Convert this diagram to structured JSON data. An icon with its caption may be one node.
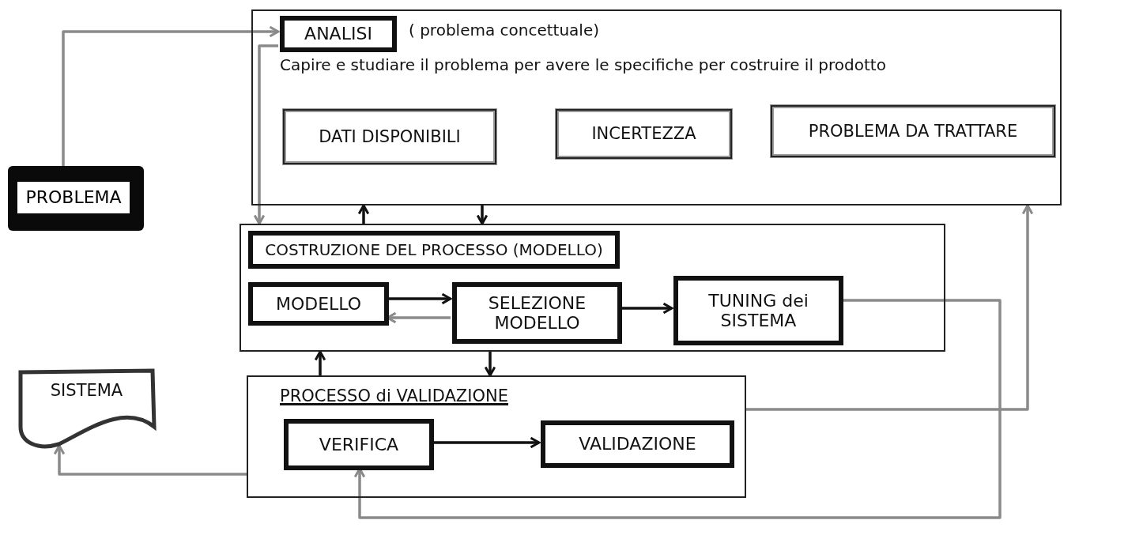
{
  "diagram": {
    "nodes": [
      {
        "text": [
          "PROBLEMA"
        ]
      },
      {
        "text": [
          "( problema concettuale)",
          "Capire e studiare il problema per avere le specifiche per costruire il prodotto"
        ]
      },
      {
        "text": [
          "ANALISI"
        ],
        "in": 1
      },
      {
        "text": [
          "DATI DISPONIBILI"
        ],
        "in": 1
      },
      {
        "text": [
          "INCERTEZZA"
        ],
        "in": 1
      },
      {
        "text": [
          "PROBLEMA DA TRATTARE"
        ],
        "in": 1
      },
      {
        "text": [],
        "shape": "box"
      },
      {
        "text": [
          "COSTRUZIONE DEL PROCESSO (MODELLO)"
        ],
        "in": 6
      },
      {
        "text": [
          "MODELLO"
        ],
        "in": 6
      },
      {
        "text": [
          "SELEZIONE MODELLO"
        ],
        "in": 6
      },
      {
        "text": [
          "TUNING dei SISTEMA"
        ],
        "in": 6
      },
      {
        "text": [
          "PROCESSO di VALIDAZIONE"
        ]
      },
      {
        "text": [
          "VERIFICA"
        ],
        "in": 11
      },
      {
        "text": [
          "VALIDAZIONE"
        ],
        "in": 11
      },
      {
        "text": [
          "SISTEMA"
        ]
      }
    ],
    "edges": [
      {
        "from": 0,
        "to": 2,
        "arrow": "to",
        "color": "#8a8a8a"
      },
      {
        "from": 2,
        "to": 6,
        "arrow": "to",
        "color": "#8a8a8a"
      },
      {
        "from": 6,
        "to": 1,
        "arrow": "to"
      },
      {
        "from": 1,
        "to": 6,
        "arrow": "to"
      },
      {
        "from": 8,
        "to": 9,
        "arrow": "to"
      },
      {
        "from": 9,
        "to": 8,
        "arrow": "to",
        "color": "#8a8a8a"
      },
      {
        "from": 9,
        "to": 10,
        "arrow": "to"
      },
      {
        "from": 11,
        "to": 6,
        "arrow": "to"
      },
      {
        "from": 6,
        "to": 11,
        "arrow": "to"
      },
      {
        "from": 12,
        "to": 13,
        "arrow": "to"
      },
      {
        "from": 11,
        "to": 14,
        "arrow": "to",
        "color": "#8a8a8a"
      },
      {
        "from": 11,
        "to": 1,
        "arrow": "to",
        "color": "#8a8a8a"
      },
      {
        "from": 10,
        "to": 12,
        "arrow": "to",
        "color": "#8a8a8a"
      }
    ]
  }
}
